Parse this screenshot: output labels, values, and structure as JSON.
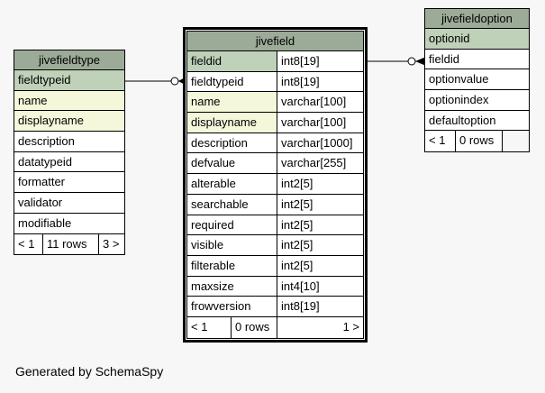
{
  "caption": "Generated by SchemaSpy",
  "tables": {
    "jivefieldtype": {
      "title": "jivefieldtype",
      "columns": [
        "fieldtypeid",
        "name",
        "displayname",
        "description",
        "datatypeid",
        "formatter",
        "validator",
        "modifiable"
      ],
      "footer": {
        "left": "< 1",
        "mid": "11 rows",
        "right": "3 >"
      }
    },
    "jivefield": {
      "title": "jivefield",
      "columns": [
        {
          "name": "fieldid",
          "type": "int8[19]"
        },
        {
          "name": "fieldtypeid",
          "type": "int8[19]"
        },
        {
          "name": "name",
          "type": "varchar[100]"
        },
        {
          "name": "displayname",
          "type": "varchar[100]"
        },
        {
          "name": "description",
          "type": "varchar[1000]"
        },
        {
          "name": "defvalue",
          "type": "varchar[255]"
        },
        {
          "name": "alterable",
          "type": "int2[5]"
        },
        {
          "name": "searchable",
          "type": "int2[5]"
        },
        {
          "name": "required",
          "type": "int2[5]"
        },
        {
          "name": "visible",
          "type": "int2[5]"
        },
        {
          "name": "filterable",
          "type": "int2[5]"
        },
        {
          "name": "maxsize",
          "type": "int4[10]"
        },
        {
          "name": "frowversion",
          "type": "int8[19]"
        }
      ],
      "footer": {
        "left": "< 1",
        "mid": "0 rows",
        "right": "1 >"
      }
    },
    "jivefieldoption": {
      "title": "jivefieldoption",
      "columns": [
        "optionid",
        "fieldid",
        "optionvalue",
        "optionindex",
        "defaultoption"
      ],
      "footer": {
        "left": "< 1",
        "mid": "0 rows",
        "right": ""
      }
    }
  }
}
